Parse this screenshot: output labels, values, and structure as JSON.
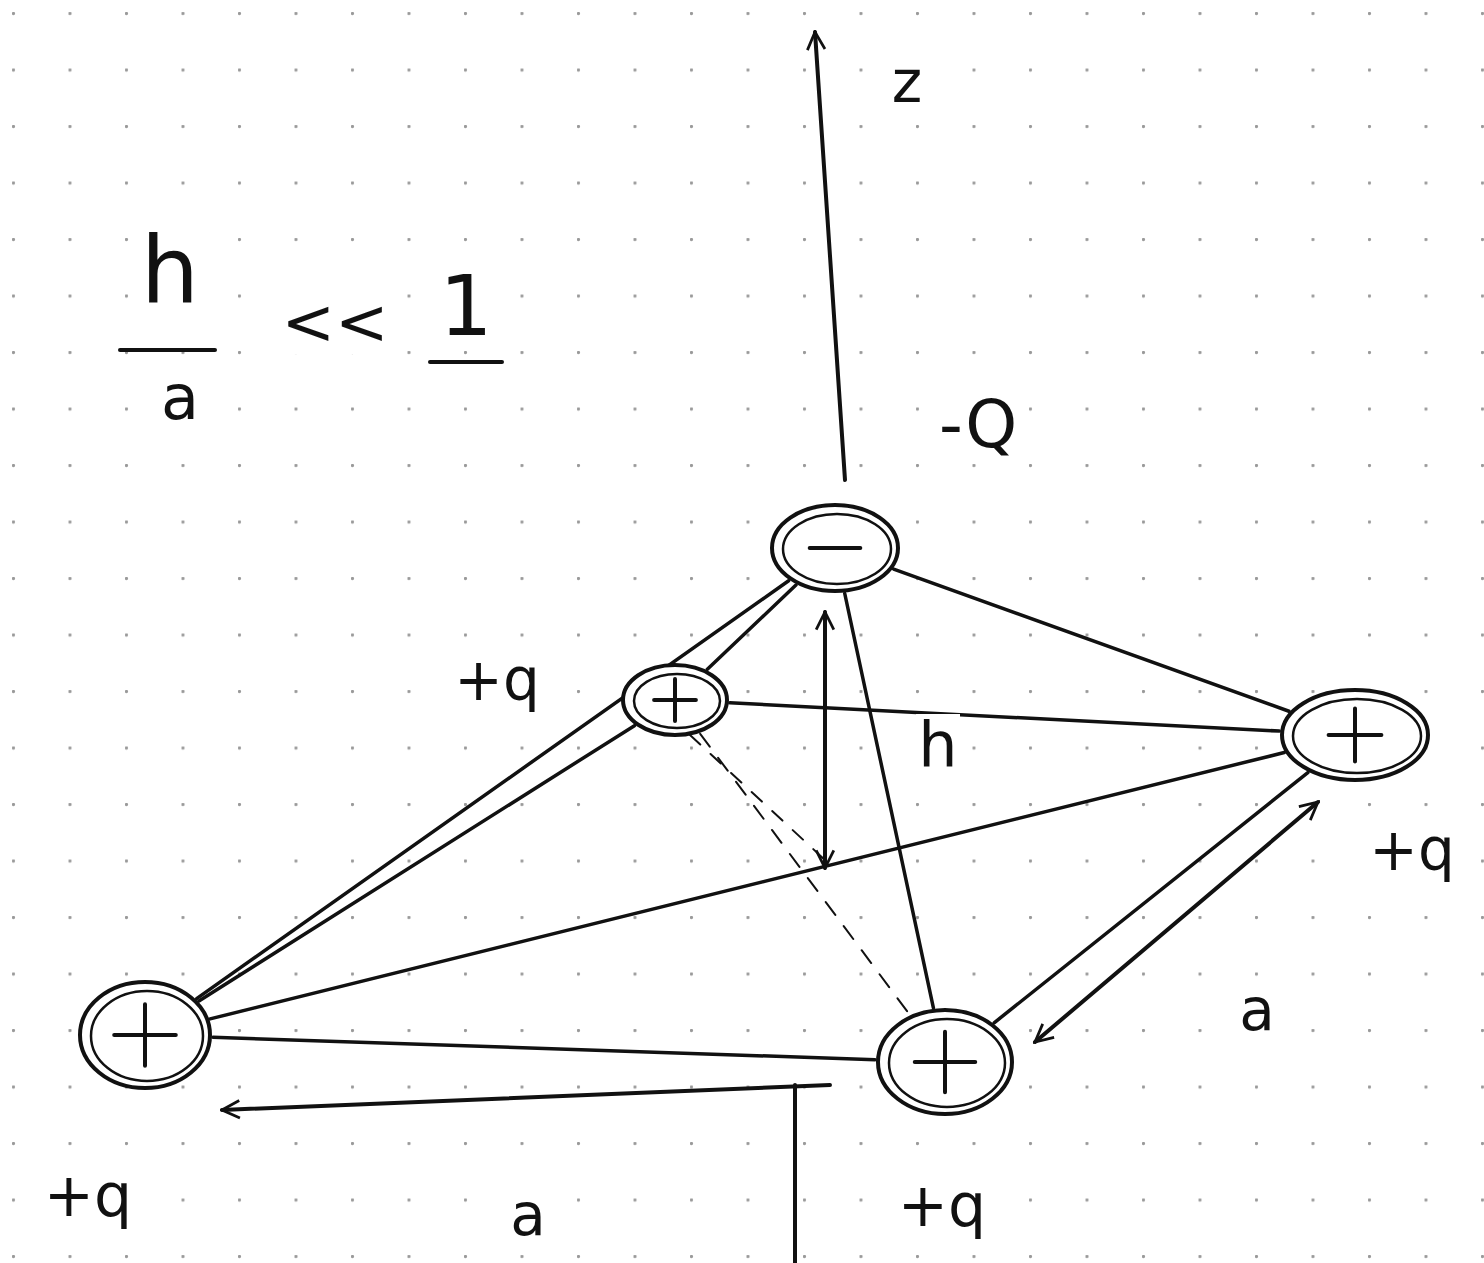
{
  "diagram": {
    "nodes": [
      {
        "text": [
          "-Q"
        ]
      },
      {
        "text": [
          "+q"
        ]
      },
      {
        "text": [
          "+q"
        ]
      },
      {
        "text": [
          "+q"
        ]
      },
      {
        "text": [
          "+q"
        ]
      }
    ],
    "edges": [
      {
        "from": 3,
        "to": 4,
        "arrow": "none"
      },
      {
        "from": 4,
        "to": 2,
        "arrow": "none"
      },
      {
        "from": 2,
        "to": 1,
        "arrow": "none"
      },
      {
        "from": 1,
        "to": 3,
        "arrow": "none"
      },
      {
        "from": 0,
        "to": 1,
        "arrow": "none"
      },
      {
        "from": 0,
        "to": 2,
        "arrow": "none"
      },
      {
        "from": 0,
        "to": 3,
        "arrow": "none"
      },
      {
        "from": 0,
        "to": 4,
        "arrow": "none"
      },
      {
        "from": 3,
        "to": 2,
        "arrow": "none"
      },
      {
        "from": 1,
        "to": 4,
        "arrow": "none"
      }
    ],
    "labels": [
      "h",
      "a",
      "<<",
      "1",
      "z",
      "h",
      "a",
      "a"
    ]
  }
}
